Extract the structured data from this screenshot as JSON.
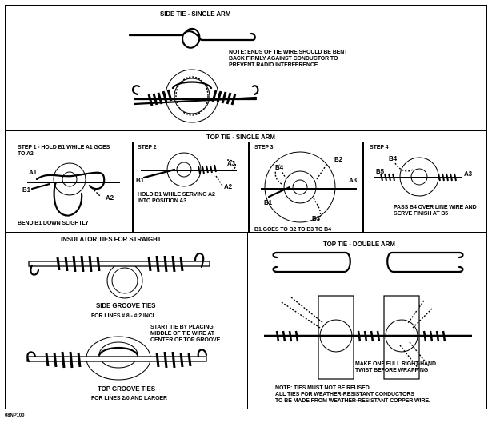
{
  "side_tie_single": {
    "title": "SIDE TIE - SINGLE ARM",
    "note": "NOTE:  ENDS OF TIE WIRE SHOULD BE BENT\nBACK FIRMLY AGAINST CONDUCTOR TO\nPREVENT RADIO INTERFERENCE."
  },
  "top_tie_single": {
    "title": "TOP TIE - SINGLE ARM",
    "step1": {
      "caption": "STEP 1 - HOLD B1  WHILE A1 GOES\n          TO A2",
      "bottom": "BEND B1 DOWN SLIGHTLY",
      "labels": [
        "A1",
        "B1",
        "A2"
      ]
    },
    "step2": {
      "caption": "STEP 2",
      "bottom": "HOLD B1  WHILE SERVING A2\nINTO POSITION A3",
      "labels": [
        "A3",
        "B1",
        "A2"
      ]
    },
    "step3": {
      "caption": "STEP 3",
      "bottom": "B1  GOES TO B2  TO B3   TO B4",
      "labels": [
        "B4",
        "B2",
        "A3",
        "B1",
        "B3"
      ]
    },
    "step4": {
      "caption": "STEP 4",
      "bottom": "PASS B4  OVER LINE WIRE AND\nSERVE FINISH AT B5",
      "labels": [
        "B4",
        "B5",
        "A3"
      ]
    }
  },
  "insulator_ties": {
    "title": "INSULATOR TIES FOR STRAIGHT",
    "side_groove": "SIDE GROOVE TIES",
    "side_lines": "FOR LINES # 8 - # 2 INCL.",
    "start_note": "START TIE BY PLACING\nMIDDLE OF TIE WIRE AT\nCENTER OF TOP GROOVE",
    "top_groove": "TOP GROOVE TIES",
    "top_lines": "FOR LINES 2/0 AND LARGER"
  },
  "top_tie_double": {
    "title": "TOP TIE - DOUBLE ARM",
    "twist_note": "MAKE ONE FULL RIGHT-HAND\nTWIST BEFORE WRAPPING",
    "note": "NOTE:  TIES MUST NOT BE REUSED.\n           ALL TIES FOR WEATHER-RESISTANT CONDUCTORS\n           TO BE MADE FROM WEATHER-RESISTANT COPPER WIRE."
  },
  "figure_id": "08NP100"
}
